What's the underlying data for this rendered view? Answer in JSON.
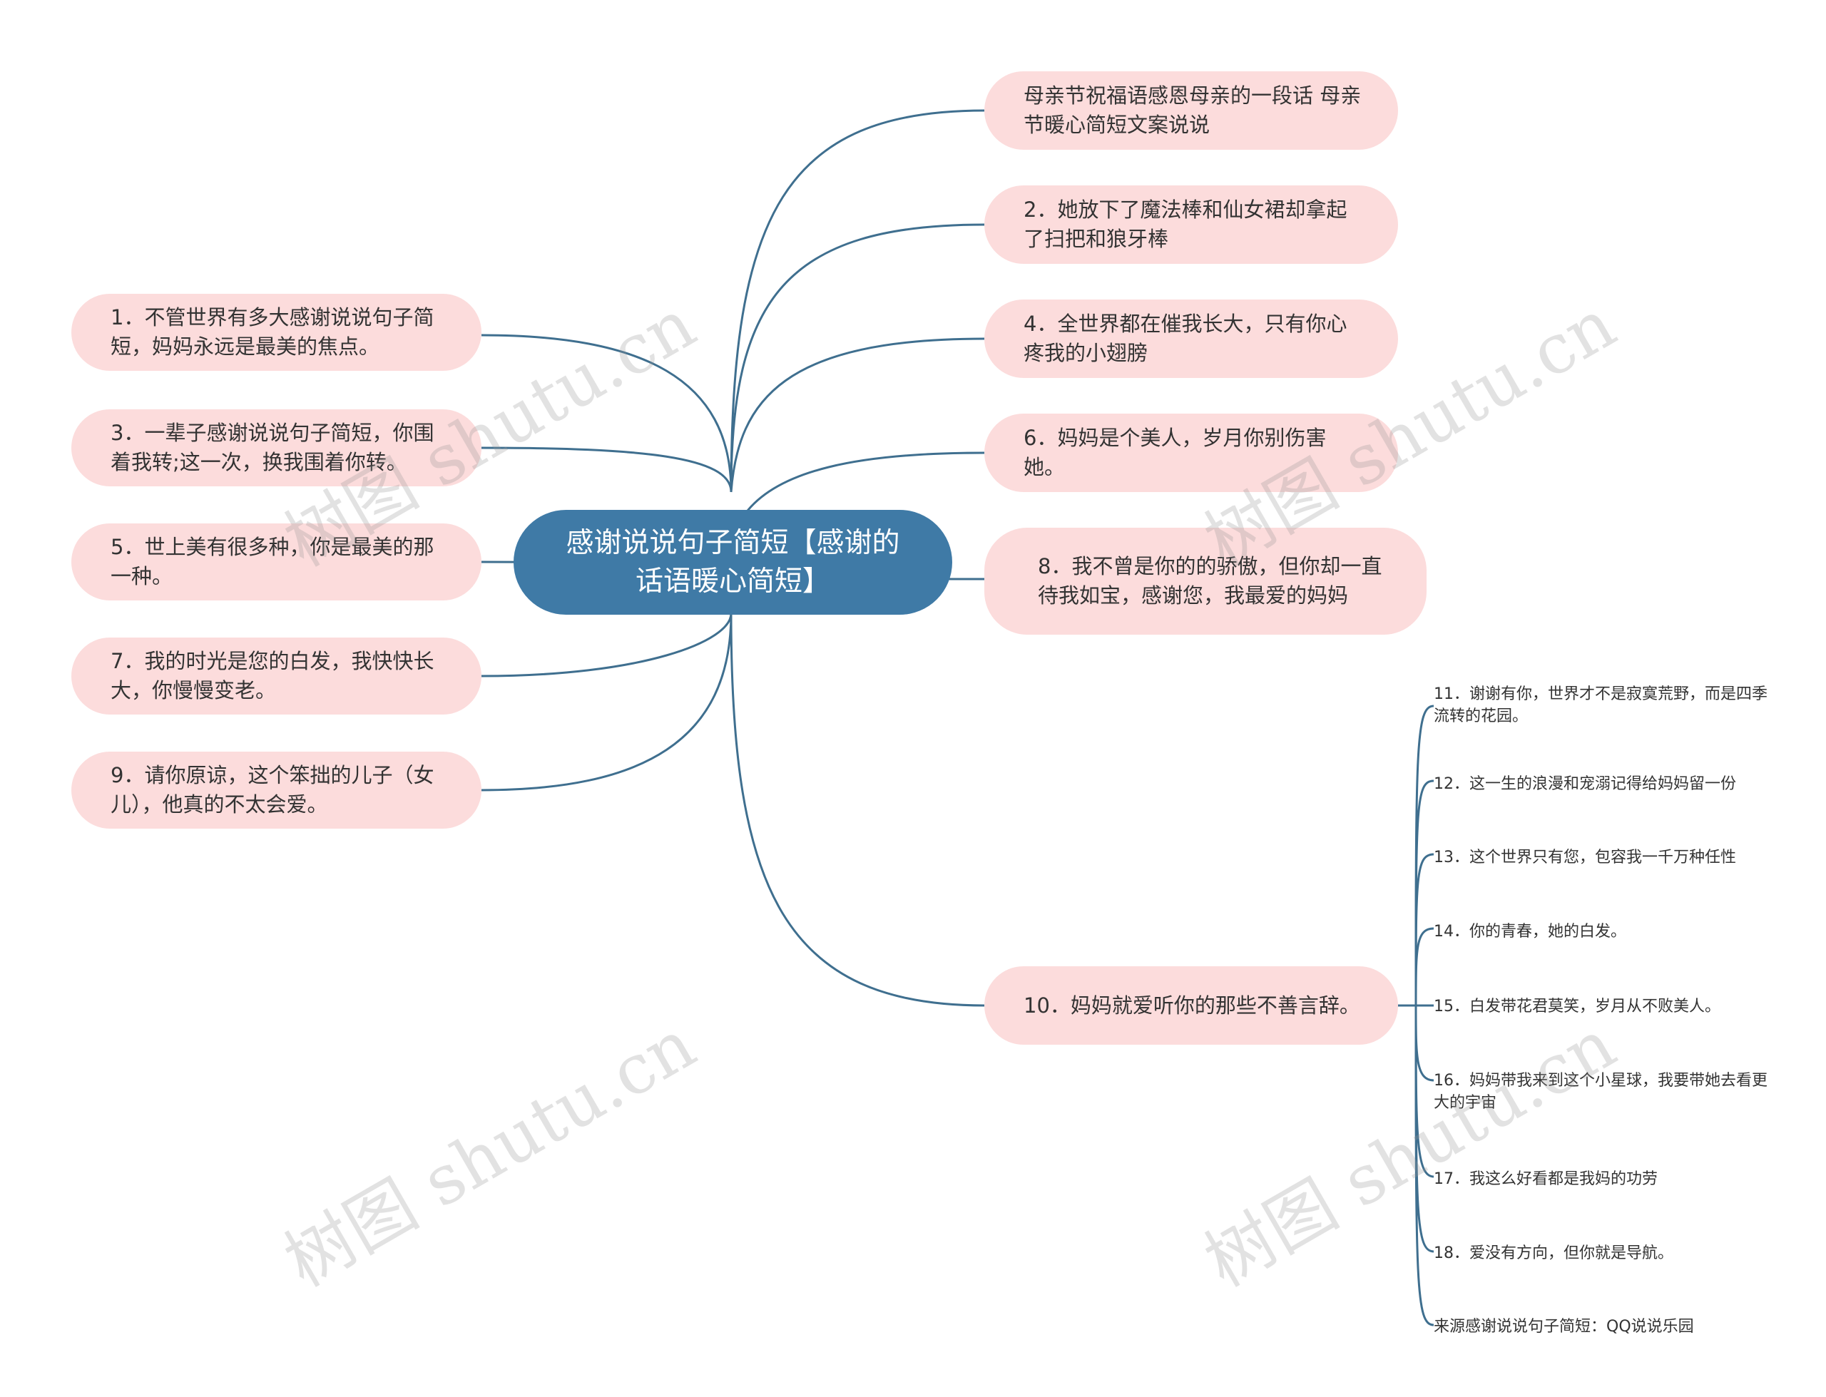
{
  "colors": {
    "root_bg": "#3f7aa6",
    "node_bg": "#fcdcdc",
    "line": "#3f6f8f",
    "text": "#333333"
  },
  "root": {
    "label": "感谢说说句子简短【感谢的话语暖心简短】"
  },
  "left_nodes": [
    {
      "label": "1．不管世界有多大感谢说说句子简短，妈妈永远是最美的焦点。"
    },
    {
      "label": "3．一辈子感谢说说句子简短，你围着我转;这一次，换我围着你转。"
    },
    {
      "label": "5．世上美有很多种，你是最美的那一种。"
    },
    {
      "label": "7．我的时光是您的白发，我快快长大，你慢慢变老。"
    },
    {
      "label": "9．请你原谅，这个笨拙的儿子（女儿），他真的不太会爱。"
    }
  ],
  "right_nodes": [
    {
      "label": "母亲节祝福语感恩母亲的一段话 母亲节暖心简短文案说说"
    },
    {
      "label": "2．她放下了魔法棒和仙女裙却拿起了扫把和狼牙棒"
    },
    {
      "label": "4．全世界都在催我长大，只有你心疼我的小翅膀"
    },
    {
      "label": "6．妈妈是个美人，岁月你别伤害她。"
    },
    {
      "label": "8．我不曾是你的的骄傲，但你却一直待我如宝，感谢您，我最爱的妈妈"
    },
    {
      "label": "10．妈妈就爱听你的那些不善言辞。"
    }
  ],
  "sub_items": [
    {
      "label": "11．谢谢有你，世界才不是寂寞荒野，而是四季流转的花园。"
    },
    {
      "label": "12．这一生的浪漫和宠溺记得给妈妈留一份"
    },
    {
      "label": "13．这个世界只有您，包容我一千万种任性"
    },
    {
      "label": "14．你的青春，她的白发。"
    },
    {
      "label": "15．白发带花君莫笑，岁月从不败美人。"
    },
    {
      "label": "16．妈妈带我来到这个小星球，我要带她去看更大的宇宙"
    },
    {
      "label": "17．我这么好看都是我妈的功劳"
    },
    {
      "label": "18．爱没有方向，但你就是导航。"
    },
    {
      "label": "来源感谢说说句子简短：QQ说说乐园"
    }
  ],
  "watermark": {
    "text": "树图 shutu.cn"
  }
}
